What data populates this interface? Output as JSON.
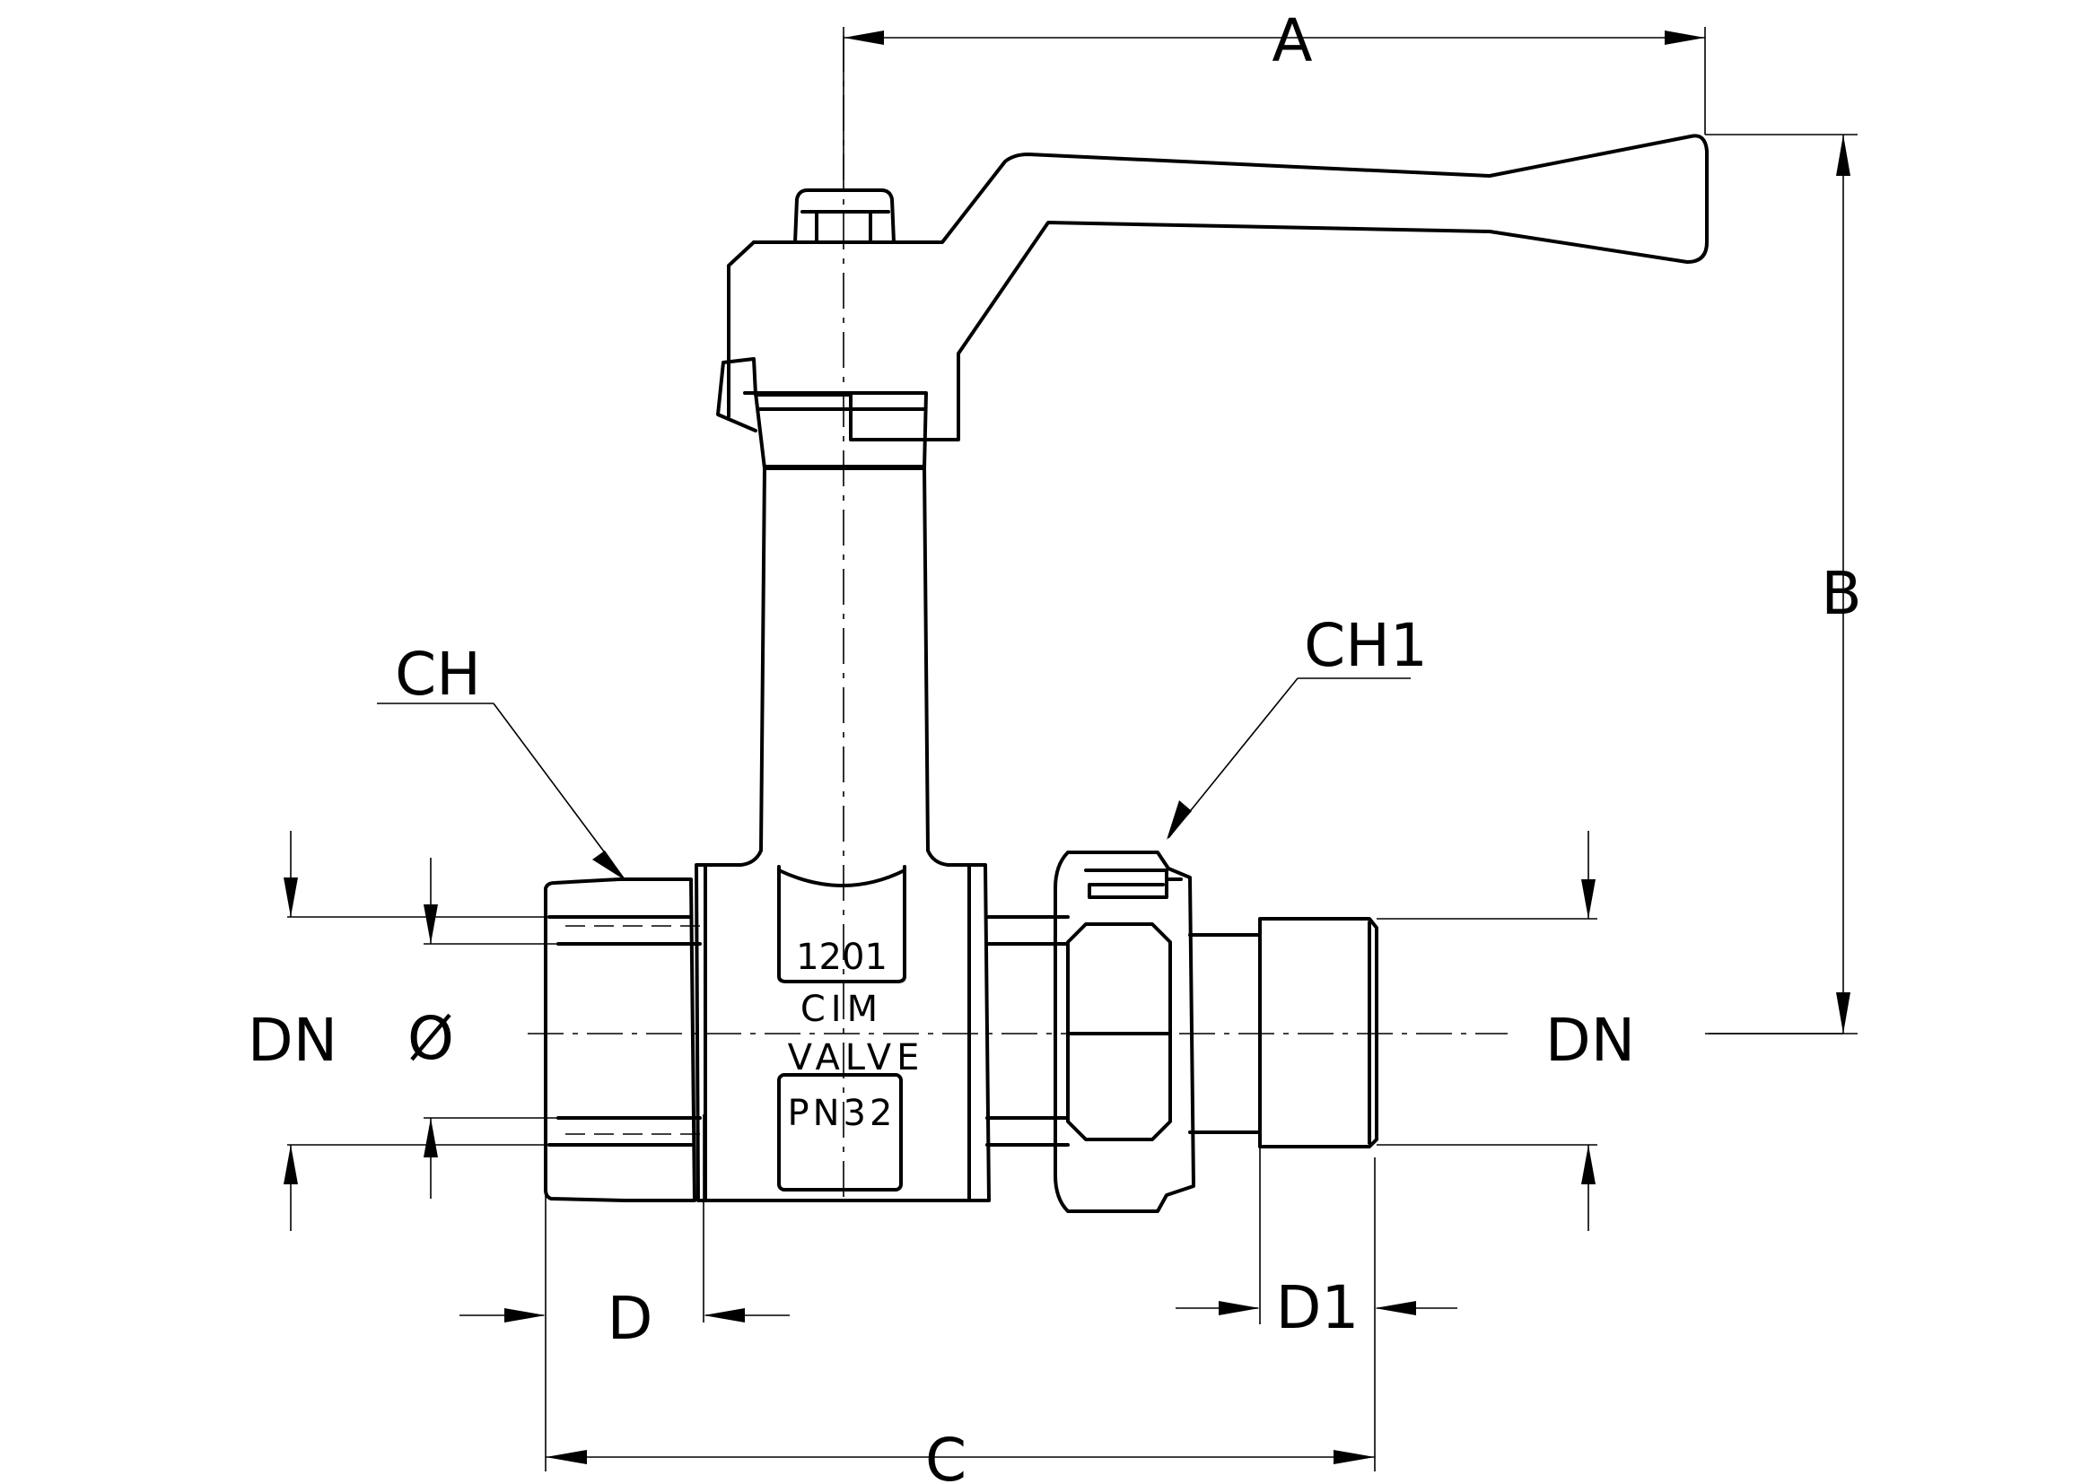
{
  "labels": {
    "A": "A",
    "B": "B",
    "C": "C",
    "D": "D",
    "D1": "D1",
    "CH": "CH",
    "CH1": "CH1",
    "DN_left": "DN",
    "DN_right": "DN",
    "diameter": "Ø"
  },
  "body_marking": {
    "model": "1201",
    "brand": "CIM",
    "valve": "VALVE",
    "pressure": "PN32"
  }
}
